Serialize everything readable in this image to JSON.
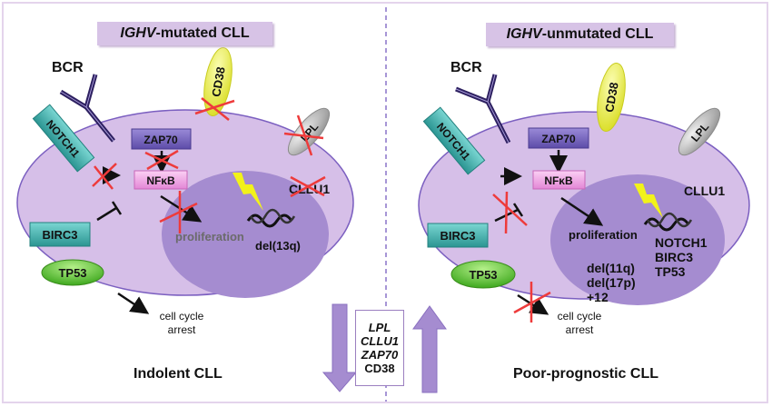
{
  "colors": {
    "cell": "#d6bfe8",
    "cell_border": "#7b5fc0",
    "nucleus": "#a58cd0",
    "title_bg": "#d7c3e6",
    "notch_birc": "#3fb3b0",
    "zap70": "#7e6cc2",
    "nfkb": "#f3a6e6",
    "tp53": "#6fcc3a",
    "cd38": "#eef04a",
    "lpl": "#c8c8c8",
    "inhibit_cross": "#ee3b3b",
    "arrow_block": "#a58cd0",
    "bolt": "#f2f21a"
  },
  "left_panel": {
    "title_prefix": "IGHV",
    "title_suffix": "-mutated CLL",
    "bcr_label": "BCR",
    "notch1_label": "NOTCH1",
    "zap70_label": "ZAP70",
    "nfkb_label": "NFκB",
    "cd38_label": "CD38",
    "lpl_label": "LPL",
    "cllu1_label": "CLLU1",
    "birc3_label": "BIRC3",
    "tp53_label": "TP53",
    "proliferation_label": "proliferation",
    "lesion_label": "del(13q)",
    "cell_cycle_line1": "cell cycle",
    "cell_cycle_line2": "arrest",
    "bottom_label": "Indolent CLL",
    "crossed_out": [
      "CD38",
      "LPL",
      "CLLU1",
      "ZAP70→NFκB",
      "NOTCH1→NFκB",
      "NFκB→proliferation"
    ]
  },
  "right_panel": {
    "title_prefix": "IGHV",
    "title_suffix": "-unmutated CLL",
    "bcr_label": "BCR",
    "notch1_label": "NOTCH1",
    "zap70_label": "ZAP70",
    "nfkb_label": "NFκB",
    "cd38_label": "CD38",
    "lpl_label": "LPL",
    "cllu1_label": "CLLU1",
    "birc3_label": "BIRC3",
    "tp53_label": "TP53",
    "proliferation_label": "proliferation",
    "lesions": [
      "del(11q)",
      "del(17p)",
      "+12"
    ],
    "mutations": [
      "NOTCH1",
      "BIRC3",
      "TP53"
    ],
    "cell_cycle_line1": "cell cycle",
    "cell_cycle_line2": "arrest",
    "bottom_label": "Poor-prognostic CLL",
    "crossed_out": [
      "BIRC3 inhibition",
      "TP53→cell cycle arrest"
    ]
  },
  "center": {
    "markers": [
      {
        "label": "LPL",
        "italic": true
      },
      {
        "label": "CLLU1",
        "italic": true
      },
      {
        "label": "ZAP70",
        "italic": true
      },
      {
        "label": "CD38",
        "italic": false
      }
    ],
    "left_arrow_direction": "down",
    "right_arrow_direction": "up"
  }
}
